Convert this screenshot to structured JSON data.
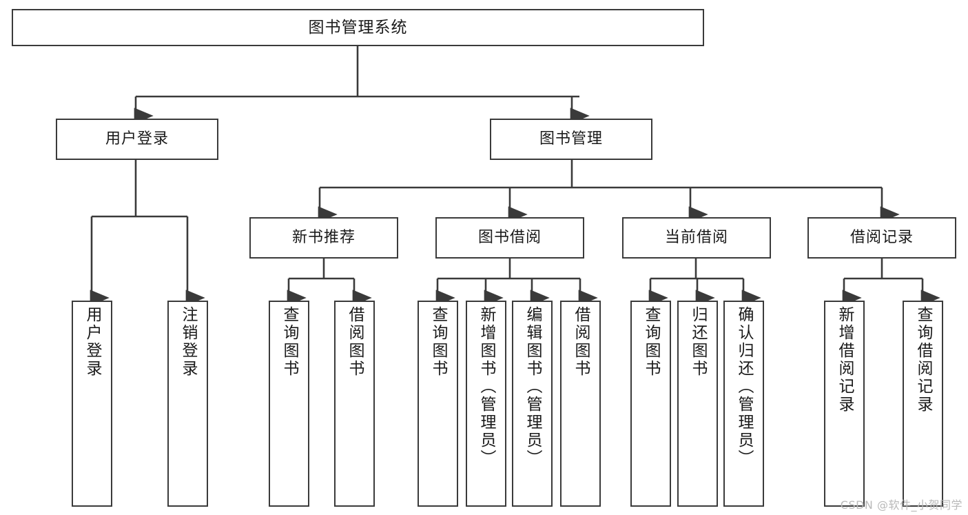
{
  "diagram": {
    "title": "图书管理系统",
    "type": "tree",
    "stroke_color": "#3a3a3a",
    "fill_color": "#ffffff",
    "text_color": "#1a1a1a",
    "nodes": {
      "root": {
        "label": "图书管理系统"
      },
      "level2": [
        {
          "id": "user-login",
          "label": "用户登录"
        },
        {
          "id": "book-manage",
          "label": "图书管理"
        }
      ],
      "level3": [
        {
          "id": "new-book-recommend",
          "label": "新书推荐"
        },
        {
          "id": "book-borrow",
          "label": "图书借阅"
        },
        {
          "id": "current-borrow",
          "label": "当前借阅"
        },
        {
          "id": "borrow-record",
          "label": "借阅记录"
        }
      ],
      "leaves": [
        {
          "id": "leaf-user-login",
          "label": "用户登录",
          "parent": "user-login"
        },
        {
          "id": "leaf-logout-login",
          "label": "注销登录",
          "parent": "user-login"
        },
        {
          "id": "leaf-query-book-1",
          "label": "查询图书",
          "parent": "new-book-recommend"
        },
        {
          "id": "leaf-borrow-book-1",
          "label": "借阅图书",
          "parent": "new-book-recommend"
        },
        {
          "id": "leaf-query-book-2",
          "label": "查询图书",
          "parent": "book-borrow"
        },
        {
          "id": "leaf-add-book",
          "label": "新增图书（管理员）",
          "parent": "book-borrow"
        },
        {
          "id": "leaf-edit-book",
          "label": "编辑图书（管理员）",
          "parent": "book-borrow"
        },
        {
          "id": "leaf-borrow-book-2",
          "label": "借阅图书",
          "parent": "book-borrow"
        },
        {
          "id": "leaf-query-book-3",
          "label": "查询图书",
          "parent": "current-borrow"
        },
        {
          "id": "leaf-return-book",
          "label": "归还图书",
          "parent": "current-borrow"
        },
        {
          "id": "leaf-confirm-return",
          "label": "确认归还（管理员）",
          "parent": "current-borrow"
        },
        {
          "id": "leaf-add-record",
          "label": "新增借阅记录",
          "parent": "borrow-record"
        },
        {
          "id": "leaf-query-record",
          "label": "查询借阅记录",
          "parent": "borrow-record"
        }
      ]
    }
  },
  "watermark": {
    "text": "CSDN @软件_小贺同学"
  }
}
